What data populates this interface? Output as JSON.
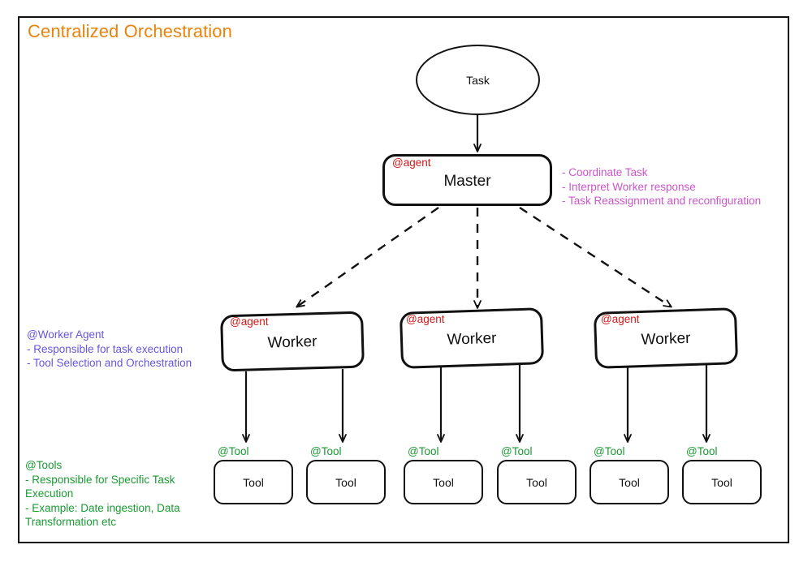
{
  "diagram": {
    "title": "Centralized Orchestration",
    "title_color": "#E8830C",
    "border_color": "#111111",
    "background": "#ffffff"
  },
  "nodes": {
    "task": {
      "label": "Task",
      "shape": "ellipse"
    },
    "master": {
      "label": "Master",
      "tag": "@agent",
      "tag_color": "#d01818",
      "shape": "rounded-rect"
    },
    "workers": [
      {
        "label": "Worker",
        "tag": "@agent"
      },
      {
        "label": "Worker",
        "tag": "@agent"
      },
      {
        "label": "Worker",
        "tag": "@agent"
      }
    ],
    "tools": [
      {
        "label": "Tool",
        "tag": "@Tool"
      },
      {
        "label": "Tool",
        "tag": "@Tool"
      },
      {
        "label": "Tool",
        "tag": "@Tool"
      },
      {
        "label": "Tool",
        "tag": "@Tool"
      },
      {
        "label": "Tool",
        "tag": "@Tool"
      },
      {
        "label": "Tool",
        "tag": "@Tool"
      }
    ]
  },
  "annotations": {
    "master_notes": {
      "color": "#cc55cc",
      "text": "- Coordinate Task\n- Interpret Worker response\n- Task Reassignment and reconfiguration"
    },
    "worker_notes": {
      "color": "#6655dd",
      "text": "@Worker Agent\n- Responsible for task execution\n- Tool Selection and Orchestration"
    },
    "tool_notes": {
      "color": "#1a9a33",
      "text": "@Tools\n- Responsible for Specific Task\nExecution\n- Example: Date ingestion, Data\nTransformation etc"
    }
  },
  "edges": {
    "task_to_master": {
      "style": "solid"
    },
    "master_to_workers": {
      "style": "dashed",
      "count": 3
    },
    "workers_to_tools": {
      "style": "solid",
      "count": 6
    }
  }
}
